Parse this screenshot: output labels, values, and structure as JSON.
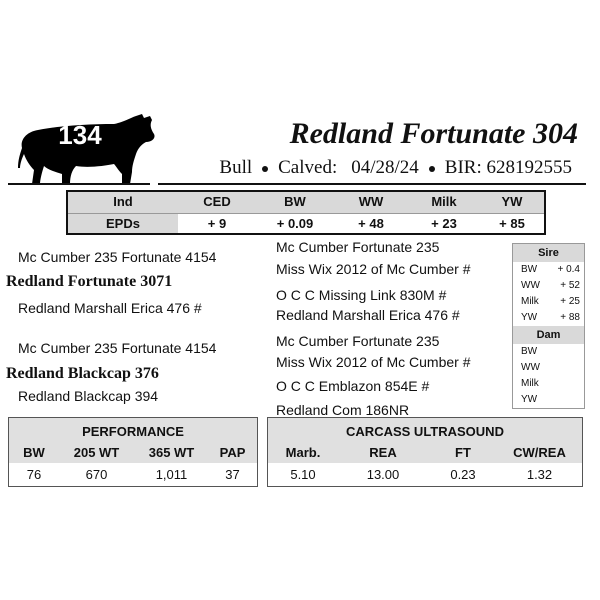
{
  "header": {
    "lot_number": "134",
    "name": "Redland Fortunate 304",
    "sex": "Bull",
    "calved_label": "Calved:",
    "calved_date": "04/28/24",
    "bir": "BIR: 628192555"
  },
  "epd_table": {
    "headers": [
      "Ind",
      "CED",
      "BW",
      "WW",
      "Milk",
      "YW"
    ],
    "row_label": "EPDs",
    "values": [
      "+ 9",
      "+ 0.09",
      "+ 48",
      "+ 23",
      "+ 85"
    ]
  },
  "pedigree": {
    "sire": "Redland Fortunate 3071",
    "sire_sire": "Mc Cumber 235 Fortunate 4154",
    "sire_dam": "Redland Marshall Erica 476 #",
    "sire_sire_sire": "Mc Cumber Fortunate 235",
    "sire_sire_dam": "Miss Wix 2012 of Mc Cumber #",
    "sire_dam_sire": "O C C Missing Link 830M #",
    "sire_dam_dam": "Redland Marshall Erica 476 #",
    "dam": "Redland Blackcap 376",
    "dam_sire": "Mc Cumber 235 Fortunate 4154",
    "dam_dam": "Redland Blackcap 394",
    "dam_sire_sire": "Mc Cumber Fortunate 235",
    "dam_sire_dam": "Miss Wix 2012 of Mc Cumber #",
    "dam_dam_sire": "O C C Emblazon 854E #",
    "dam_dam_dam": "Redland Com 186NR"
  },
  "sire_dam_epds": {
    "sire_title": "Sire",
    "dam_title": "Dam",
    "sire": [
      {
        "label": "BW",
        "value": "+ 0.4"
      },
      {
        "label": "WW",
        "value": "+ 52"
      },
      {
        "label": "Milk",
        "value": "+ 25"
      },
      {
        "label": "YW",
        "value": "+ 88"
      }
    ],
    "dam": [
      {
        "label": "BW",
        "value": ""
      },
      {
        "label": "WW",
        "value": ""
      },
      {
        "label": "Milk",
        "value": ""
      },
      {
        "label": "YW",
        "value": ""
      }
    ]
  },
  "performance": {
    "title": "PERFORMANCE",
    "headers": [
      "BW",
      "205 WT",
      "365 WT",
      "PAP"
    ],
    "values": [
      "76",
      "670",
      "1,011",
      "37"
    ]
  },
  "carcass": {
    "title": "CARCASS ULTRASOUND",
    "headers": [
      "Marb.",
      "REA",
      "FT",
      "CW/REA"
    ],
    "values": [
      "5.10",
      "13.00",
      "0.23",
      "1.32"
    ]
  }
}
